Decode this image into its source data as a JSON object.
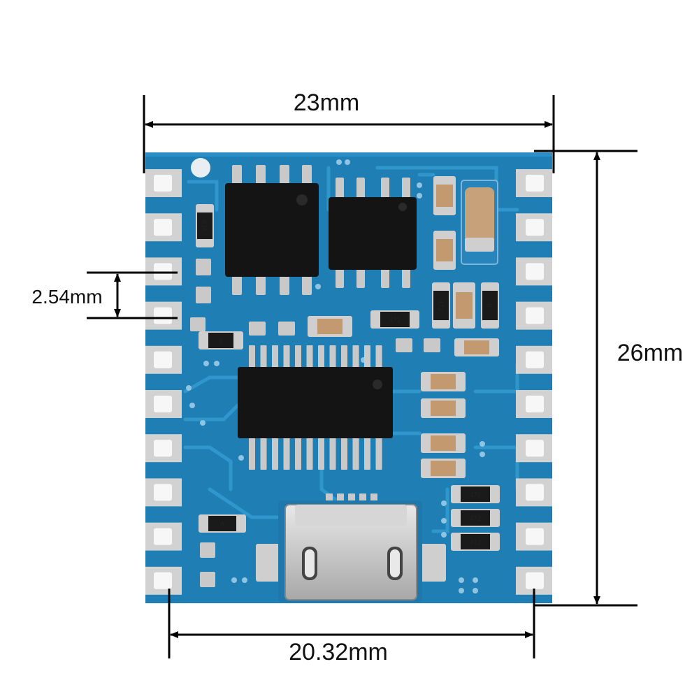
{
  "dimensions": {
    "width_label": "23mm",
    "height_label": "26mm",
    "pitch_label": "2.54mm",
    "pin_span_label": "20.32mm"
  },
  "board": {
    "pins_per_side": 10,
    "resistor_marks": [
      "01A",
      "472",
      "472",
      "472",
      "472",
      "472",
      "0",
      "0",
      "0"
    ]
  },
  "colors": {
    "pcb": "#1f7fb4",
    "pcb_dark": "#17679a",
    "trace": "#2a91c7",
    "chip": "#141414",
    "pad": "#c9c9c9",
    "cap": "#c8a57f",
    "line": "#000000"
  }
}
